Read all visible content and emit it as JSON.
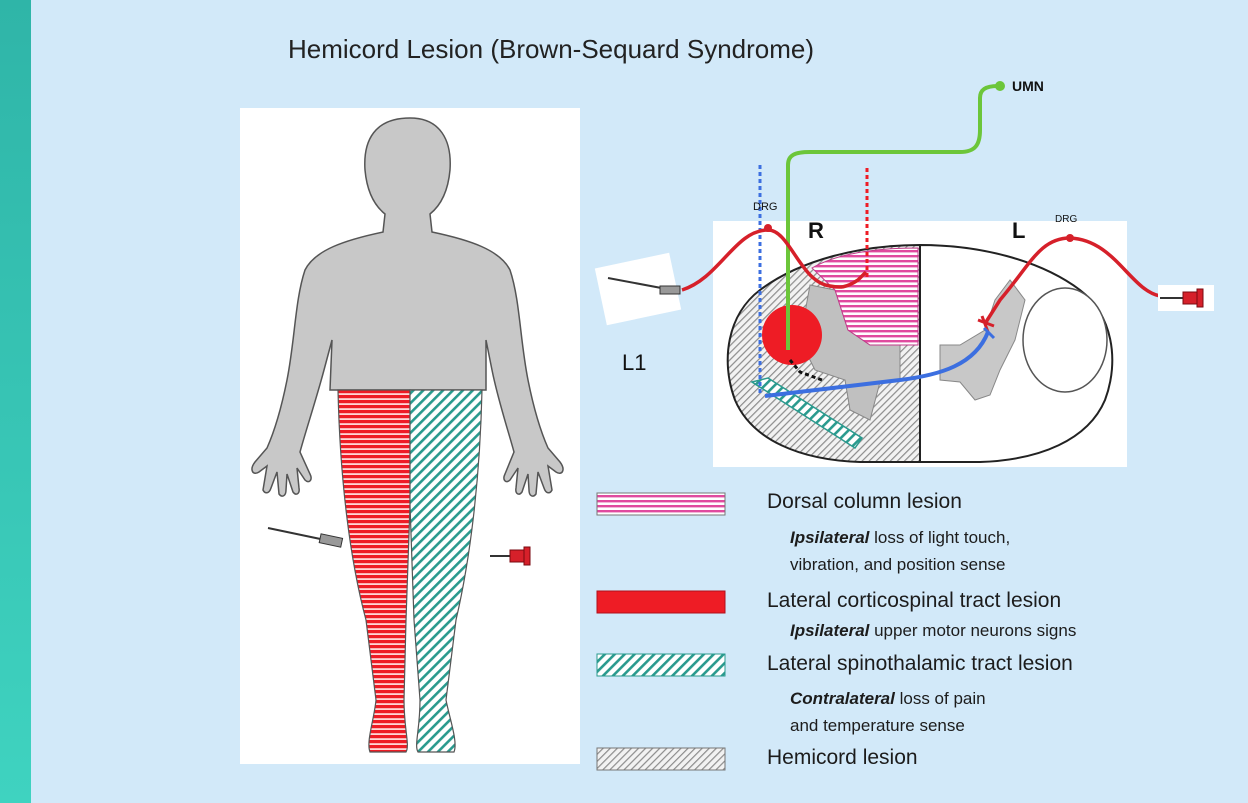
{
  "title": "Hemicord Lesion (Brown-Sequard Syndrome)",
  "labels": {
    "umn": "UMN",
    "drg_right": "DRG",
    "drg_left": "DRG",
    "side_right": "R",
    "side_left": "L",
    "level": "L1"
  },
  "legend": [
    {
      "title": "Dorsal column lesion",
      "emph": "Ipsilateral",
      "desc1": " loss of light touch,",
      "desc2": "vibration, and position sense",
      "pattern": "pink-horizontal-stripes"
    },
    {
      "title": "Lateral corticospinal tract lesion",
      "emph": "Ipsilateral",
      "desc1": " upper motor neurons signs",
      "desc2": "",
      "pattern": "solid-red"
    },
    {
      "title": "Lateral spinothalamic tract lesion",
      "emph": "Contralateral",
      "desc1": " loss of pain",
      "desc2": "and temperature sense",
      "pattern": "teal-diagonal-stripes"
    },
    {
      "title": "Hemicord lesion",
      "emph": "",
      "desc1": "",
      "desc2": "",
      "pattern": "gray-diagonal-hatch"
    }
  ],
  "colors": {
    "background": "#d2e9f9",
    "accent_bar": "#3fd3c0",
    "lesion_red": "#ee1c25",
    "dorsal_pink": "#e04a9f",
    "spinothalamic_teal": "#2a9a8e",
    "motor_green": "#6cc63a",
    "pain_blue": "#3c6fe0",
    "body_gray": "#c8c8c8"
  }
}
